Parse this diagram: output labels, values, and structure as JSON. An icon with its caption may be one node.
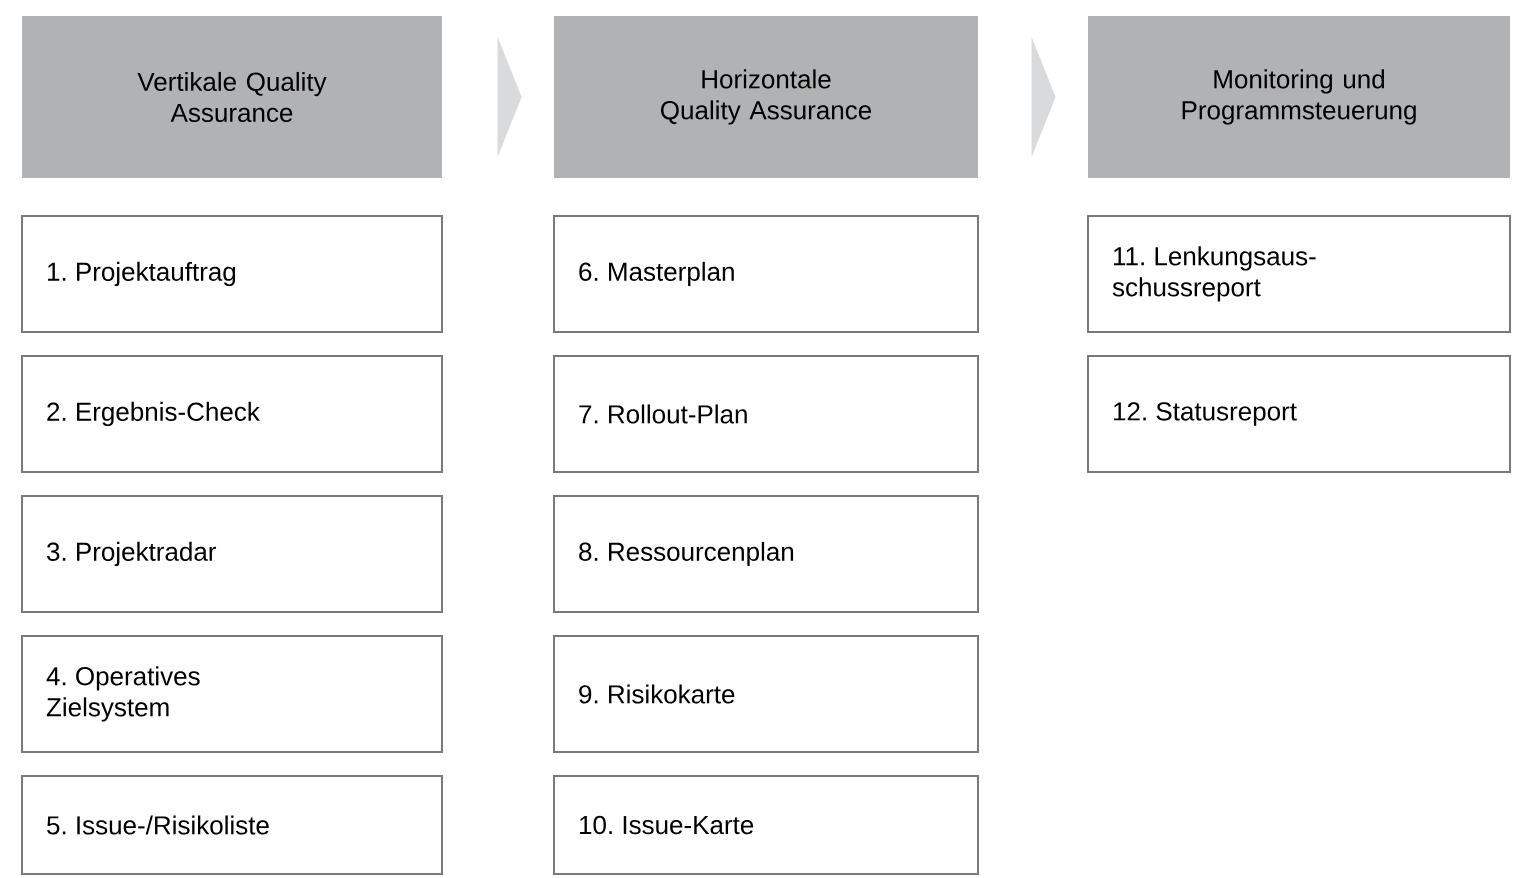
{
  "diagram": {
    "nodes": [
      {
        "text": [
          "Vertikale Quality Assurance"
        ]
      },
      {
        "text": [
          "1. Projektauftrag"
        ]
      },
      {
        "text": [
          "2. Ergebnis-Check"
        ]
      },
      {
        "text": [
          "3. Projektradar"
        ]
      },
      {
        "text": [
          "4. Operatives Zielsystem"
        ]
      },
      {
        "text": [
          "5. Issue-/Risikoliste"
        ]
      },
      {
        "text": [
          "Horizontale Quality Assurance"
        ]
      },
      {
        "text": [
          "6. Masterplan"
        ]
      },
      {
        "text": [
          "7. Rollout-Plan"
        ]
      },
      {
        "text": [
          "8. Ressourcenplan"
        ]
      },
      {
        "text": [
          "9. Risikokarte"
        ]
      },
      {
        "text": [
          "10. Issue-Karte"
        ]
      },
      {
        "text": [
          "Monitoring und Programmsteuerung"
        ]
      },
      {
        "text": [
          "11. Lenkungsaus-schussreport"
        ]
      },
      {
        "text": [
          "12. Statusreport"
        ]
      }
    ],
    "edges": [
      {
        "from": 0,
        "to": 6,
        "arrow": "to"
      },
      {
        "from": 6,
        "to": 12,
        "arrow": "to"
      }
    ]
  }
}
